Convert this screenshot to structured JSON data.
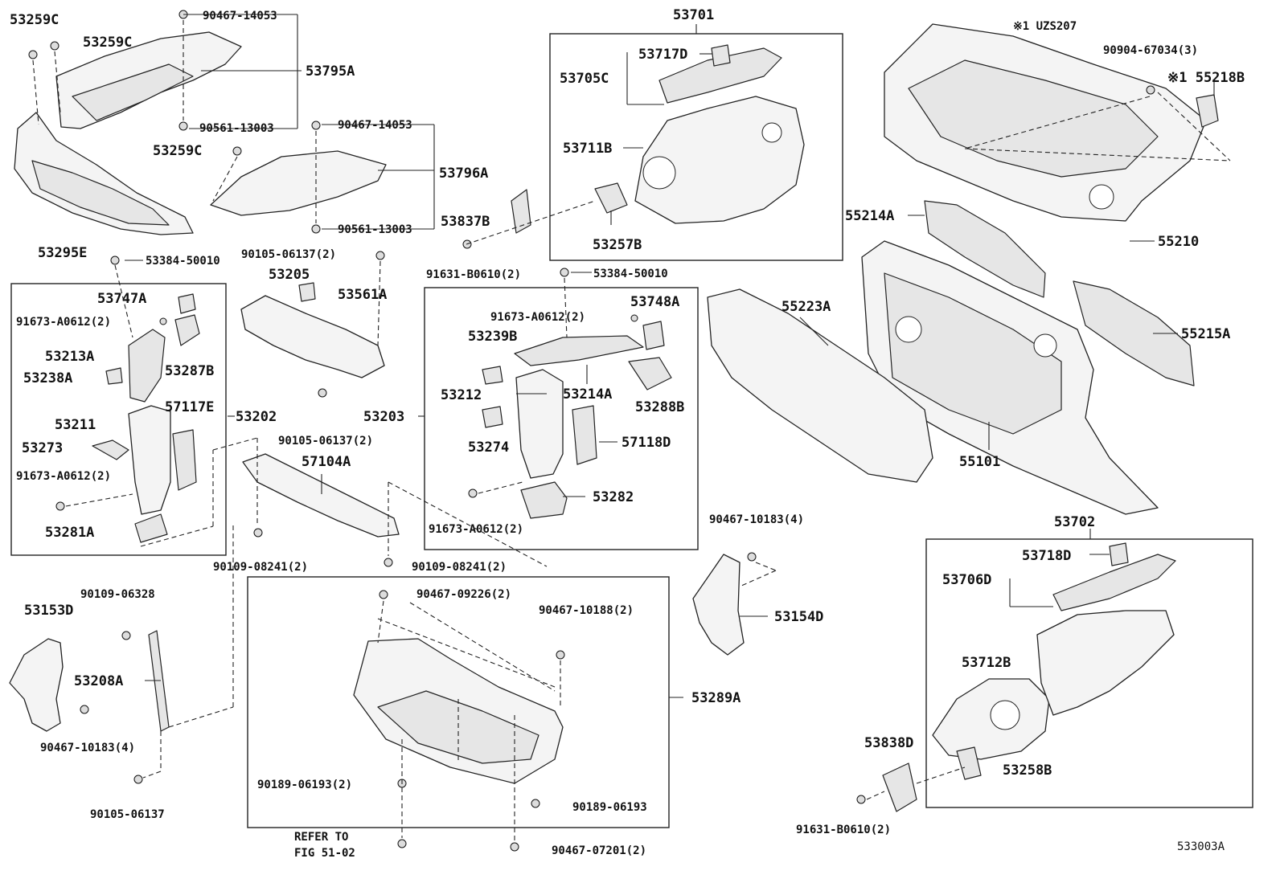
{
  "labels": {
    "l_53259C_a": "53259C",
    "l_53259C_b": "53259C",
    "l_90467_14053_a": "90467-14053",
    "l_53795A": "53795A",
    "l_90561_13003_a": "90561-13003",
    "l_53259C_c": "53259C",
    "l_90467_14053_b": "90467-14053",
    "l_53796A": "53796A",
    "l_90561_13003_b": "90561-13003",
    "l_53295E": "53295E",
    "l_90105_06137_2_a": "90105-06137(2)",
    "l_53384_50010_a": "53384-50010",
    "l_53747A": "53747A",
    "l_91673_A0612_2_a": "91673-A0612(2)",
    "l_53213A": "53213A",
    "l_53238A": "53238A",
    "l_53287B": "53287B",
    "l_53211": "53211",
    "l_57117E": "57117E",
    "l_53202": "53202",
    "l_53273": "53273",
    "l_91673_A0612_2_b": "91673-A0612(2)",
    "l_53281A": "53281A",
    "l_53205": "53205",
    "l_53561A": "53561A",
    "l_90105_06137_2_b": "90105-06137(2)",
    "l_53203": "53203",
    "l_57104A": "57104A",
    "l_90109_08241_2_a": "90109-08241(2)",
    "l_90109_08241_2_b": "90109-08241(2)",
    "l_53701": "53701",
    "l_53717D": "53717D",
    "l_53705C": "53705C",
    "l_53711B": "53711B",
    "l_53837B": "53837B",
    "l_53257B": "53257B",
    "l_91631_B0610_2_a": "91631-B0610(2)",
    "l_53384_50010_b": "53384-50010",
    "l_91673_A0612_2_c": "91673-A0612(2)",
    "l_53748A": "53748A",
    "l_53239B": "53239B",
    "l_53212": "53212",
    "l_53214A": "53214A",
    "l_53288B": "53288B",
    "l_53274": "53274",
    "l_57118D": "57118D",
    "l_53282": "53282",
    "l_91673_A0612_2_d": "91673-A0612(2)",
    "l_note": "※1 UZS207",
    "l_90904_67034_3": "90904-67034(3)",
    "l_55218B": "※1 55218B",
    "l_55214A": "55214A",
    "l_55210": "55210",
    "l_55223A": "55223A",
    "l_55215A": "55215A",
    "l_55101": "55101",
    "l_90467_10183_4_a": "90467-10183(4)",
    "l_53154D": "53154D",
    "l_53702": "53702",
    "l_53718D": "53718D",
    "l_53706D": "53706D",
    "l_53712B": "53712B",
    "l_53838D": "53838D",
    "l_53258B": "53258B",
    "l_91631_B0610_2_b": "91631-B0610(2)",
    "l_90109_06328": "90109-06328",
    "l_53153D": "53153D",
    "l_53208A": "53208A",
    "l_90467_10183_4_b": "90467-10183(4)",
    "l_90105_06137": "90105-06137",
    "l_90467_09226_2": "90467-09226(2)",
    "l_90467_10188_2": "90467-10188(2)",
    "l_53289A": "53289A",
    "l_90189_06193_2": "90189-06193(2)",
    "l_90189_06193": "90189-06193",
    "l_refer1": "REFER TO",
    "l_refer2": "FIG 51-02",
    "l_90467_07201_2": "90467-07201(2)",
    "l_533003A": "533003A"
  }
}
